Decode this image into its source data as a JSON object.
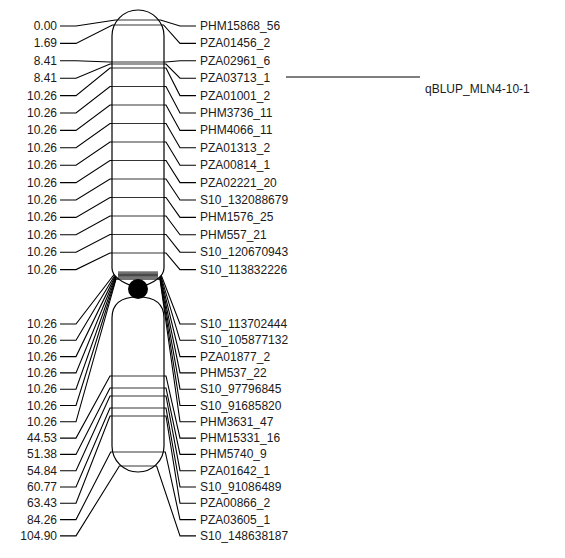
{
  "diagram": {
    "labels": [
      "0.00",
      "1.69",
      "8.41",
      "8.41",
      "10.26",
      "10.26",
      "10.26",
      "10.26",
      "10.26",
      "10.26",
      "10.26",
      "10.26",
      "10.26",
      "10.26",
      "10.26",
      "10.26",
      "10.26",
      "10.26",
      "10.26",
      "10.26",
      "10.26",
      "10.26",
      "44.53",
      "51.38",
      "54.84",
      "60.77",
      "63.43",
      "84.26",
      "104.90",
      "PHM15868_56",
      "PZA01456_2",
      "PZA02961_6",
      "PZA03713_1",
      "PZA01001_2",
      "PHM3736_11",
      "PHM4066_11",
      "PZA01313_2",
      "PZA00814_1",
      "PZA02221_20",
      "S10_132088679",
      "PHM1576_25",
      "PHM557_21",
      "S10_120670943",
      "S10_113832226",
      "S10_113702444",
      "S10_105877132",
      "PZA01877_2",
      "PHM537_22",
      "S10_97796845",
      "S10_91685820",
      "PHM3631_47",
      "PHM15331_16",
      "PHM5740_9",
      "PZA01642_1",
      "S10_91086489",
      "PZA00866_2",
      "PZA03605_1",
      "S10_148638187",
      "qBLUP_MLN4-10-1"
    ]
  }
}
